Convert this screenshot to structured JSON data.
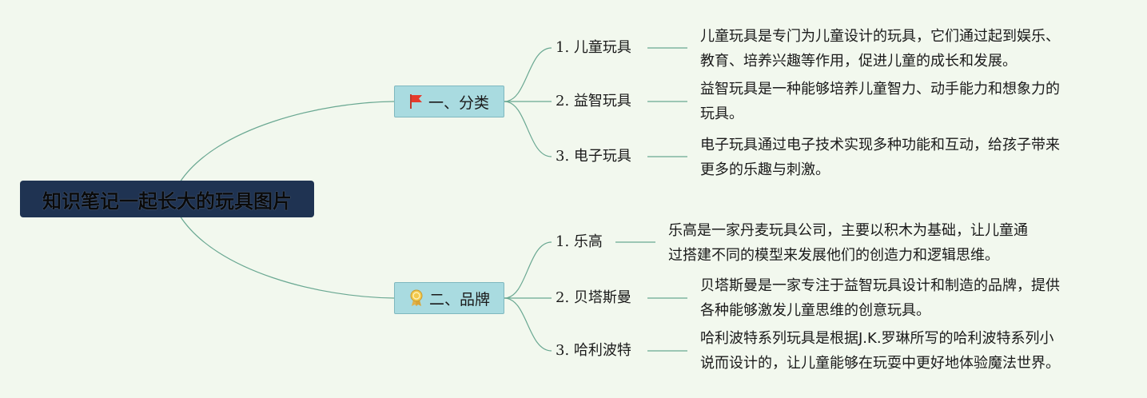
{
  "root": {
    "title": "知识笔记一起长大的玩具图片"
  },
  "branches": [
    {
      "label": "一、分类",
      "icon": "red-flag-icon",
      "children": [
        {
          "label": "1. 儿童玩具",
          "desc": [
            "儿童玩具是专门为儿童设计的玩具，它们通过起到娱乐、",
            "教育、培养兴趣等作用，促进儿童的成长和发展。"
          ]
        },
        {
          "label": "2. 益智玩具",
          "desc": [
            "益智玩具是一种能够培养儿童智力、动手能力和想象力的",
            "玩具。"
          ]
        },
        {
          "label": "3. 电子玩具",
          "desc": [
            "电子玩具通过电子技术实现多种功能和互动，给孩子带来",
            "更多的乐趣与刺激。"
          ]
        }
      ]
    },
    {
      "label": "二、品牌",
      "icon": "award-medal-icon",
      "children": [
        {
          "label": "1. 乐高",
          "desc": [
            "乐高是一家丹麦玩具公司，主要以积木为基础，让儿童通",
            "过搭建不同的模型来发展他们的创造力和逻辑思维。"
          ]
        },
        {
          "label": "2. 贝塔斯曼",
          "desc": [
            "贝塔斯曼是一家专注于益智玩具设计和制造的品牌，提供",
            "各种能够激发儿童思维的创意玩具。"
          ]
        },
        {
          "label": "3. 哈利波特",
          "desc": [
            "哈利波特系列玩具是根据J.K.罗琳所写的哈利波特系列小",
            "说而设计的，让儿童能够在玩耍中更好地体验魔法世界。"
          ]
        }
      ]
    }
  ],
  "colors": {
    "background": "#f2f8ee",
    "root": "#1f3352",
    "branch": "#a9dbe0",
    "line": "#6aa892"
  }
}
